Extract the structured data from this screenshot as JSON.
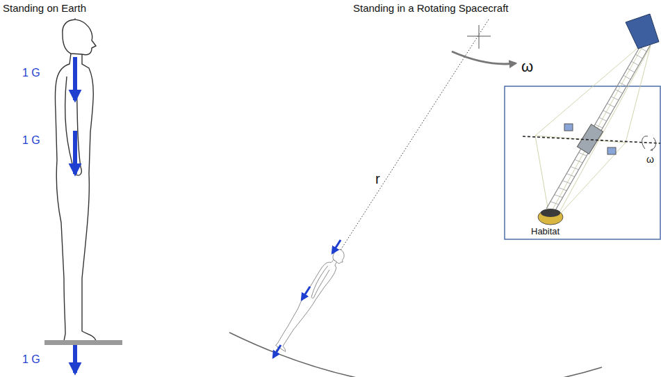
{
  "diagram": {
    "labels": [
      "Standing on Earth",
      "Standing in a Rotating Spacecraft",
      "1 G",
      "1 G",
      "1 G",
      "r",
      "ω",
      "ω",
      "Habitat"
    ]
  }
}
